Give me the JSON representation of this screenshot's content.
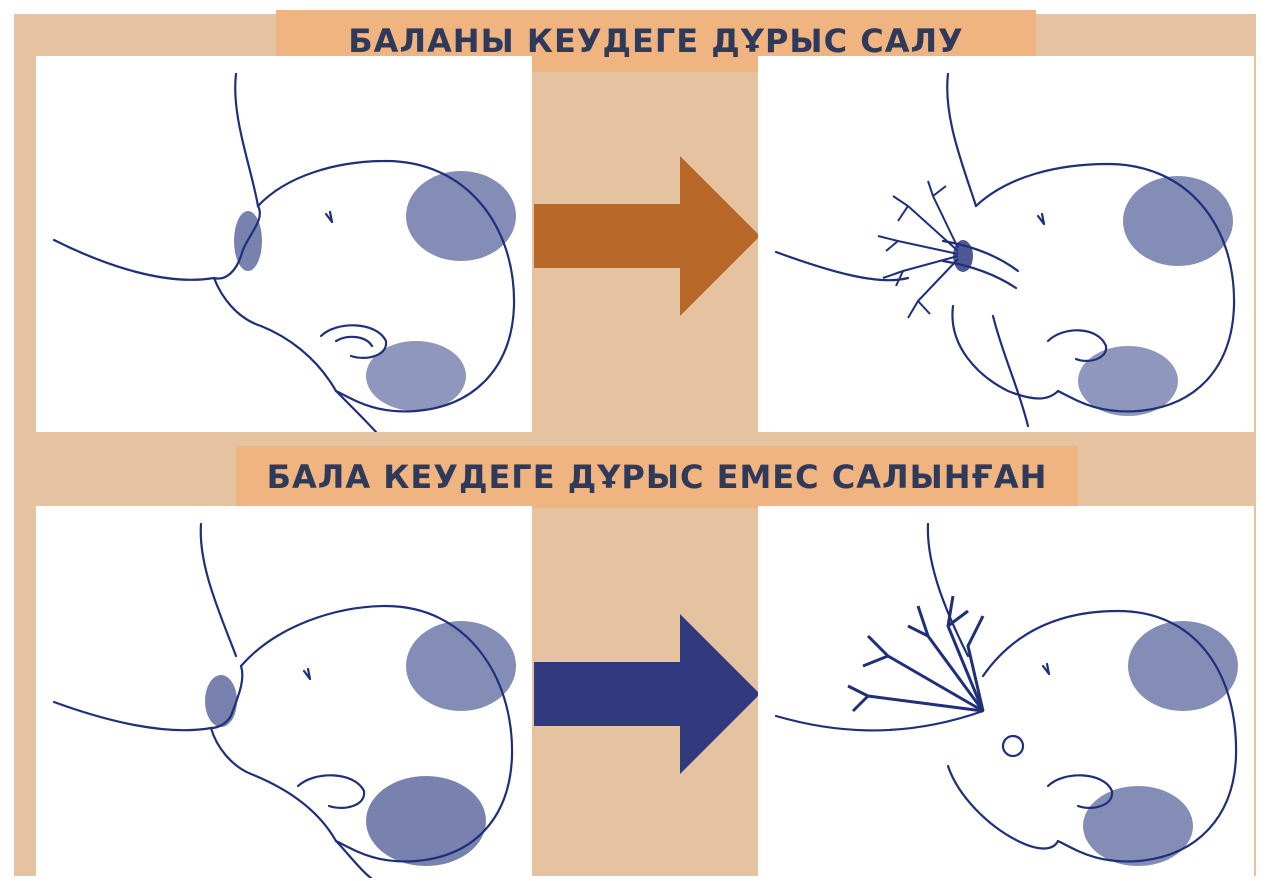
{
  "title_top": "БАЛАНЫ КЕУДЕГЕ ДҰРЫС САЛУ",
  "title_bottom": "БАЛА КЕУДЕГЕ ДҰРЫС ЕМЕС САЛЫНҒАН",
  "colors": {
    "background": "#e5c3a0",
    "title_bar": "#f0b480",
    "title_text": "#2f3a5a",
    "ink": "#1f2f7a",
    "arrow_correct": "#b8692a",
    "arrow_incorrect": "#313a7e"
  },
  "panels": [
    {
      "label": "correct-latch-external-view"
    },
    {
      "label": "correct-latch-internal-view"
    },
    {
      "label": "incorrect-latch-external-view"
    },
    {
      "label": "incorrect-latch-internal-view"
    }
  ]
}
